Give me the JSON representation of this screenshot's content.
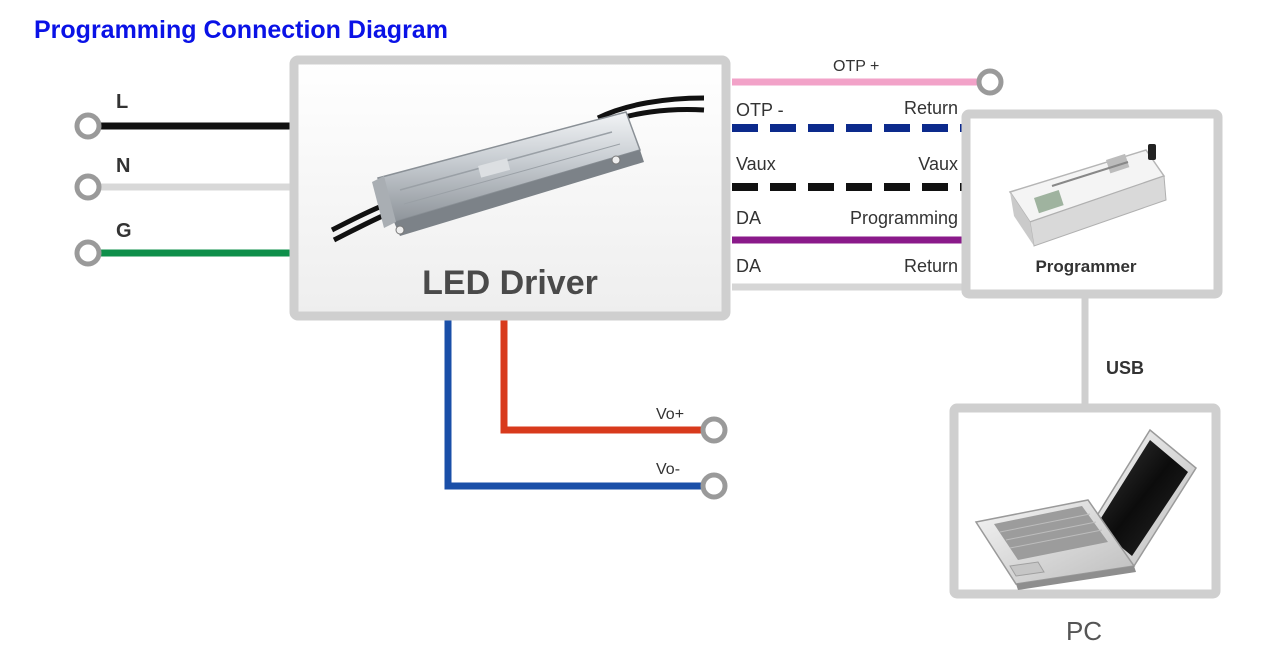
{
  "title": "Programming Connection Diagram",
  "colors": {
    "title": "#0a12e6",
    "line_L": "#111111",
    "line_N": "#d8d8d8",
    "line_G": "#0e8f4a",
    "otp_plus": "#f2a2c8",
    "dash_blue": "#0c2a8c",
    "dash_black": "#111111",
    "programming": "#8a1a8a",
    "return_da": "#d6d6d6",
    "vo_plus": "#d83a1c",
    "vo_minus": "#1a4fa8",
    "frame": "#cfcfcf"
  },
  "input": {
    "L": "L",
    "N": "N",
    "G": "G"
  },
  "driver": {
    "label": "LED Driver"
  },
  "wires": {
    "otp_plus": "OTP +",
    "otp_minus": "OTP -",
    "return_1": "Return",
    "vaux_left": "Vaux",
    "vaux_right": "Vaux",
    "da_1": "DA",
    "programming": "Programming",
    "da_2": "DA",
    "return_2": "Return"
  },
  "programmer": {
    "label": "Programmer"
  },
  "link": {
    "usb": "USB"
  },
  "pc": {
    "label": "PC"
  },
  "output": {
    "vo_plus": "Vo+",
    "vo_minus": "Vo-"
  },
  "icons": [
    "terminal-icon",
    "led-driver-icon",
    "programmer-device-icon",
    "laptop-icon"
  ]
}
